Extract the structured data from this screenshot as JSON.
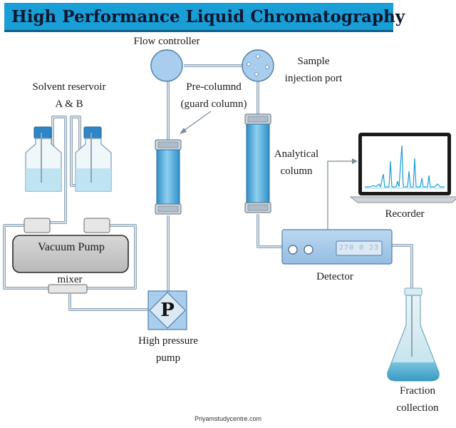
{
  "title": "High Performance Liquid  Chromatography",
  "labels": {
    "flow_controller": "Flow controller",
    "sample_line1": "Sample",
    "sample_line2": "injection port",
    "solvent_line1": "Solvent reservoir",
    "solvent_line2": "A & B",
    "precolumn_line1": "Pre-columnd",
    "precolumn_line2": "(guard column)",
    "analytical_line1": "Analytical",
    "analytical_line2": "column",
    "recorder": "Recorder",
    "vacuum_pump": "Vacuum Pump",
    "mixer": "mixer",
    "detector": "Detector",
    "pump_symbol": "P",
    "high_pressure_line1": "High pressure",
    "high_pressure_line2": "pump",
    "fraction_line1": "Fraction",
    "fraction_line2": "collection"
  },
  "detector_display": "270 0 23",
  "credit": "Priyamstudycentre.com",
  "colors": {
    "title_bg": "#1a9ed6",
    "title_text": "#0c1630",
    "column_fill": "#4aa8d8",
    "component_blue": "#a9cdec",
    "tubing": "#8fa4b6",
    "bottle_cap": "#2f86c6",
    "pump_gray": "#c9c9c9"
  }
}
